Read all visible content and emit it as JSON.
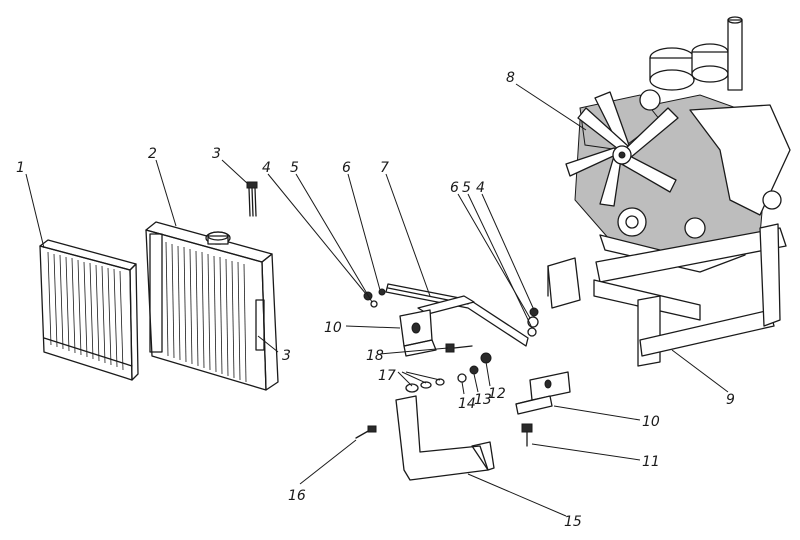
{
  "callouts": {
    "c1": "1",
    "c2": "2",
    "c3a": "3",
    "c3b": "3",
    "c4a": "4",
    "c4b": "4",
    "c5a": "5",
    "c5b": "5",
    "c6a": "6",
    "c6b": "6",
    "c7": "7",
    "c8": "8",
    "c9": "9",
    "c10a": "10",
    "c10b": "10",
    "c11": "11",
    "c12": "12",
    "c13": "13",
    "c14": "14",
    "c15": "15",
    "c16": "16",
    "c17": "17",
    "c18": "18"
  }
}
